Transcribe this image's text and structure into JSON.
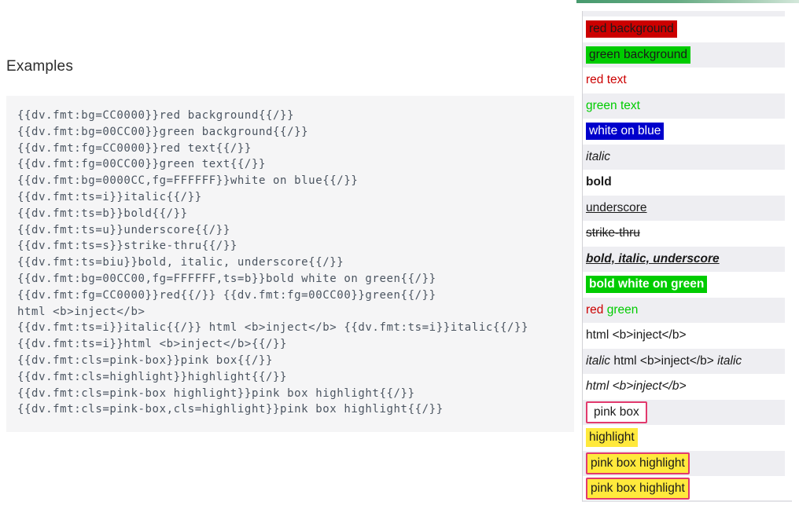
{
  "page": {
    "heading": "Examples"
  },
  "code_block": {
    "lines": [
      "{{dv.fmt:bg=CC0000}}red background{{/}}",
      "{{dv.fmt:bg=00CC00}}green background{{/}}",
      "{{dv.fmt:fg=CC0000}}red text{{/}}",
      "{{dv.fmt:fg=00CC00}}green text{{/}}",
      "{{dv.fmt:bg=0000CC,fg=FFFFFF}}white on blue{{/}}",
      "{{dv.fmt:ts=i}}italic{{/}}",
      "{{dv.fmt:ts=b}}bold{{/}}",
      "{{dv.fmt:ts=u}}underscore{{/}}",
      "{{dv.fmt:ts=s}}strike-thru{{/}}",
      "{{dv.fmt:ts=biu}}bold, italic, underscore{{/}}",
      "{{dv.fmt:bg=00CC00,fg=FFFFFF,ts=b}}bold white on green{{/}}",
      "{{dv.fmt:fg=CC0000}}red{{/}} {{dv.fmt:fg=00CC00}}green{{/}}",
      "html <b>inject</b>",
      "{{dv.fmt:ts=i}}italic{{/}} html <b>inject</b> {{dv.fmt:ts=i}}italic{{/}}",
      "{{dv.fmt:ts=i}}html <b>inject</b>{{/}}",
      "{{dv.fmt:cls=pink-box}}pink box{{/}}",
      "{{dv.fmt:cls=highlight}}highlight{{/}}",
      "{{dv.fmt:cls=pink-box highlight}}pink box highlight{{/}}",
      "{{dv.fmt:cls=pink-box,cls=highlight}}pink box highlight{{/}}"
    ]
  },
  "preview": {
    "rows": [
      {
        "parts": [
          {
            "text": "red background",
            "style": "pad bg-red"
          }
        ]
      },
      {
        "parts": [
          {
            "text": "green background",
            "style": "pad bg-green"
          }
        ]
      },
      {
        "parts": [
          {
            "text": "red text",
            "style": "fg-red"
          }
        ]
      },
      {
        "parts": [
          {
            "text": "green text",
            "style": "fg-green"
          }
        ]
      },
      {
        "parts": [
          {
            "text": "white on blue",
            "style": "pad bg-blue fg-white"
          }
        ]
      },
      {
        "parts": [
          {
            "text": "italic",
            "style": "it"
          }
        ]
      },
      {
        "parts": [
          {
            "text": "bold",
            "style": "b"
          }
        ]
      },
      {
        "parts": [
          {
            "text": "underscore",
            "style": "u"
          }
        ]
      },
      {
        "parts": [
          {
            "text": "strike-thru",
            "style": "s"
          }
        ]
      },
      {
        "parts": [
          {
            "text": "bold, italic, underscore",
            "style": "b it u"
          }
        ]
      },
      {
        "parts": [
          {
            "text": "bold white on green",
            "style": "pad bg-green fg-white b"
          }
        ]
      },
      {
        "parts": [
          {
            "text": "red",
            "style": "fg-red"
          },
          {
            "text": " ",
            "style": ""
          },
          {
            "text": "green",
            "style": "fg-green"
          }
        ]
      },
      {
        "parts": [
          {
            "text": "html <b>inject</b>",
            "style": ""
          }
        ]
      },
      {
        "parts": [
          {
            "text": "italic",
            "style": "it"
          },
          {
            "text": " html <b>inject</b> ",
            "style": ""
          },
          {
            "text": "italic",
            "style": "it"
          }
        ]
      },
      {
        "parts": [
          {
            "text": "html <b>inject</b>",
            "style": "it"
          }
        ]
      },
      {
        "parts": [
          {
            "text": "pink box",
            "style": "pink-box"
          }
        ]
      },
      {
        "parts": [
          {
            "text": "highlight",
            "style": "highlight"
          }
        ]
      },
      {
        "parts": [
          {
            "text": "pink box highlight",
            "style": "pink-box highlight"
          }
        ]
      },
      {
        "parts": [
          {
            "text": "pink box highlight",
            "style": "pink-box highlight"
          }
        ]
      }
    ]
  },
  "colors": {
    "red": "#CC0000",
    "green": "#00CC00",
    "blue": "#0000CC",
    "white": "#FFFFFF",
    "highlight_yellow": "#FFE93C",
    "pink_box_border": "#E23A6D",
    "stripe_gray": "#EEEEF2",
    "code_background": "#F5F5F6",
    "code_text": "#4A5460",
    "accent_bar_green": "#479A6E"
  }
}
